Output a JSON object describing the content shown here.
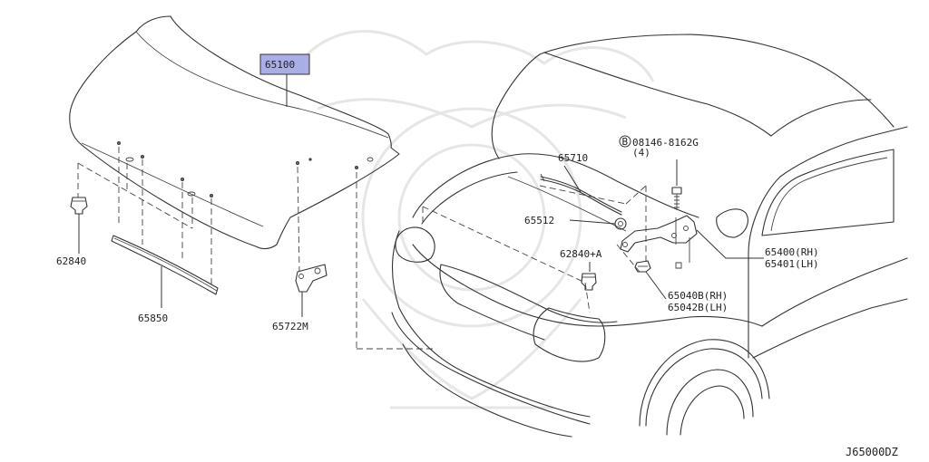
{
  "labels": {
    "hood": "65100",
    "clip_left": "62840",
    "seal": "65850",
    "striker": "65722M",
    "stay": "65710",
    "grommet": "65512",
    "bolt_main": "08146-8162G",
    "bolt_qty": "(4)",
    "bolt_marker": "B",
    "clip_right": "62840+A",
    "hinge_rh": "65400(RH)",
    "hinge_lh": "65401(LH)",
    "bumper_rh": "65040B(RH)",
    "bumper_lh": "65042B(LH)"
  },
  "diagram_code": "J65000DZ",
  "colors": {
    "highlight": "#a9aee6",
    "line": "#333333",
    "watermark": "#e6e6e6"
  }
}
